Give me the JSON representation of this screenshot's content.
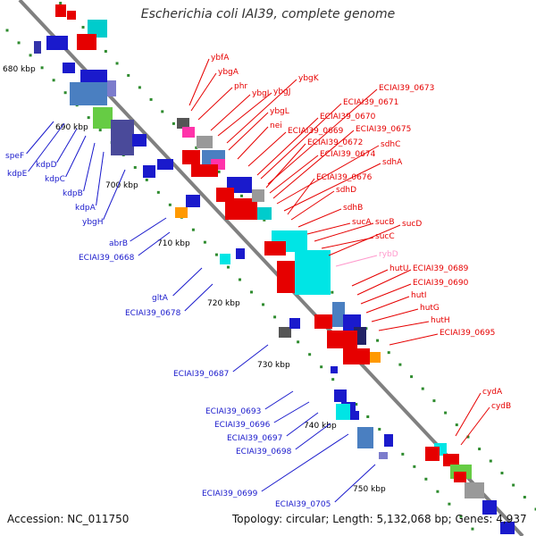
{
  "title": "Escherichia coli IAI39, complete genome",
  "footer": {
    "accession": "Accession: NC_011750",
    "summary": "Topology: circular; Length: 5,132,068 bp; Genes: 4,937"
  },
  "kbp_ticks": [
    "680 kbp",
    "690 kbp",
    "700 kbp",
    "710 kbp",
    "720 kbp",
    "730 kbp",
    "740 kbp",
    "750 kbp"
  ],
  "colors": {
    "forward_strand_text": "#e60000",
    "reverse_strand_text": "#1a1acc",
    "rna_text": "#ff99cc",
    "backbone": "#808080",
    "dots": "#2e8b2e"
  },
  "genes_right": [
    "ybfA",
    "ybgA",
    "phr",
    "ybgI",
    "ybgJ",
    "ybgK",
    "ybgL",
    "nei",
    "ECIAI39_0669",
    "ECIAI39_0670",
    "ECIAI39_0671",
    "ECIAI39_0672",
    "ECIAI39_0673",
    "ECIAI39_0674",
    "ECIAI39_0675",
    "sdhC",
    "sdhA",
    "ECIAI39_0676",
    "sdhD",
    "sdhB",
    "sucA",
    "sucB",
    "sucC",
    "sucD",
    "rybD",
    "hutU",
    "ECIAI39_0689",
    "ECIAI39_0690",
    "hutI",
    "hutG",
    "hutH",
    "ECIAI39_0695",
    "cydA",
    "cydB"
  ],
  "genes_left": [
    "speF",
    "kdpE",
    "kdpD",
    "kdpC",
    "kdpB",
    "kdpA",
    "ybgH",
    "abrB",
    "ECIAI39_0668",
    "gltA",
    "ECIAI39_0678",
    "ECIAI39_0687",
    "ECIAI39_0693",
    "ECIAI39_0696",
    "ECIAI39_0697",
    "ECIAI39_0698",
    "ECIAI39_0699",
    "ECIAI39_0705"
  ]
}
